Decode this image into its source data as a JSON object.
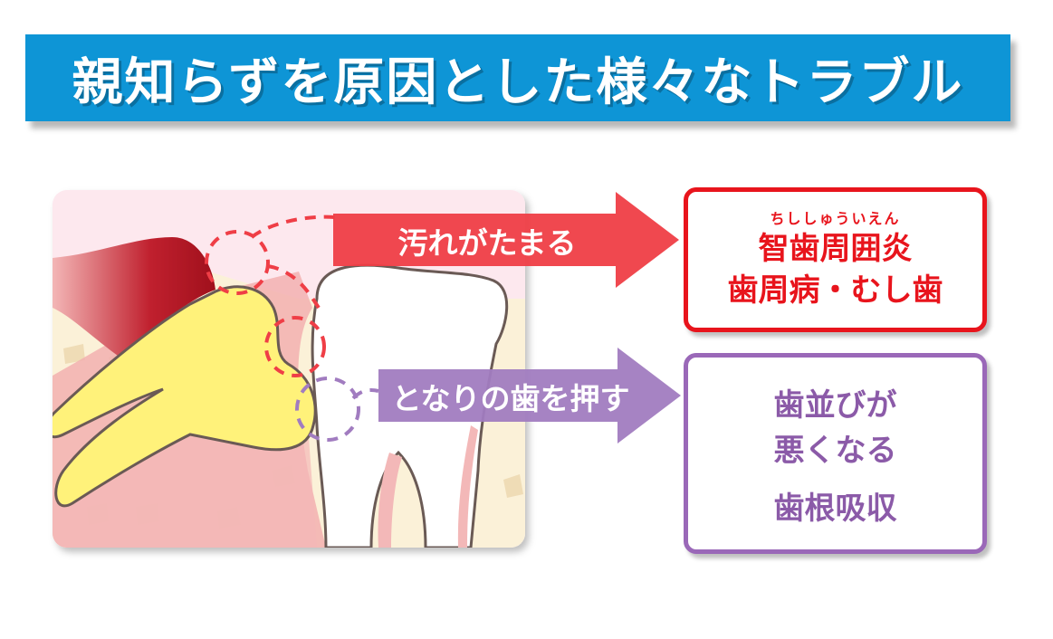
{
  "title": "親知らずを原因とした様々なトラブル",
  "arrows": {
    "top": {
      "label": "汚れがたまる",
      "color": "#ef3e46"
    },
    "bottom": {
      "label": "となりの歯を押す",
      "color": "#a17cc0"
    }
  },
  "results": {
    "top": {
      "ruby": "ちししゅういえん",
      "line1": "智歯周囲炎",
      "line2": "歯周病・むし歯",
      "border_color": "#e8141c"
    },
    "bottom": {
      "line1": "歯並びが",
      "line2": "悪くなる",
      "line3": "歯根吸収",
      "border_color": "#9a68b8"
    }
  },
  "colors": {
    "banner": "#0e95d6",
    "gum": "#f0a8a8",
    "bone": "#fbf1d8",
    "wisdom_tooth": "#fff27a",
    "tooth": "#ffffff",
    "outline": "#6a5a55"
  }
}
